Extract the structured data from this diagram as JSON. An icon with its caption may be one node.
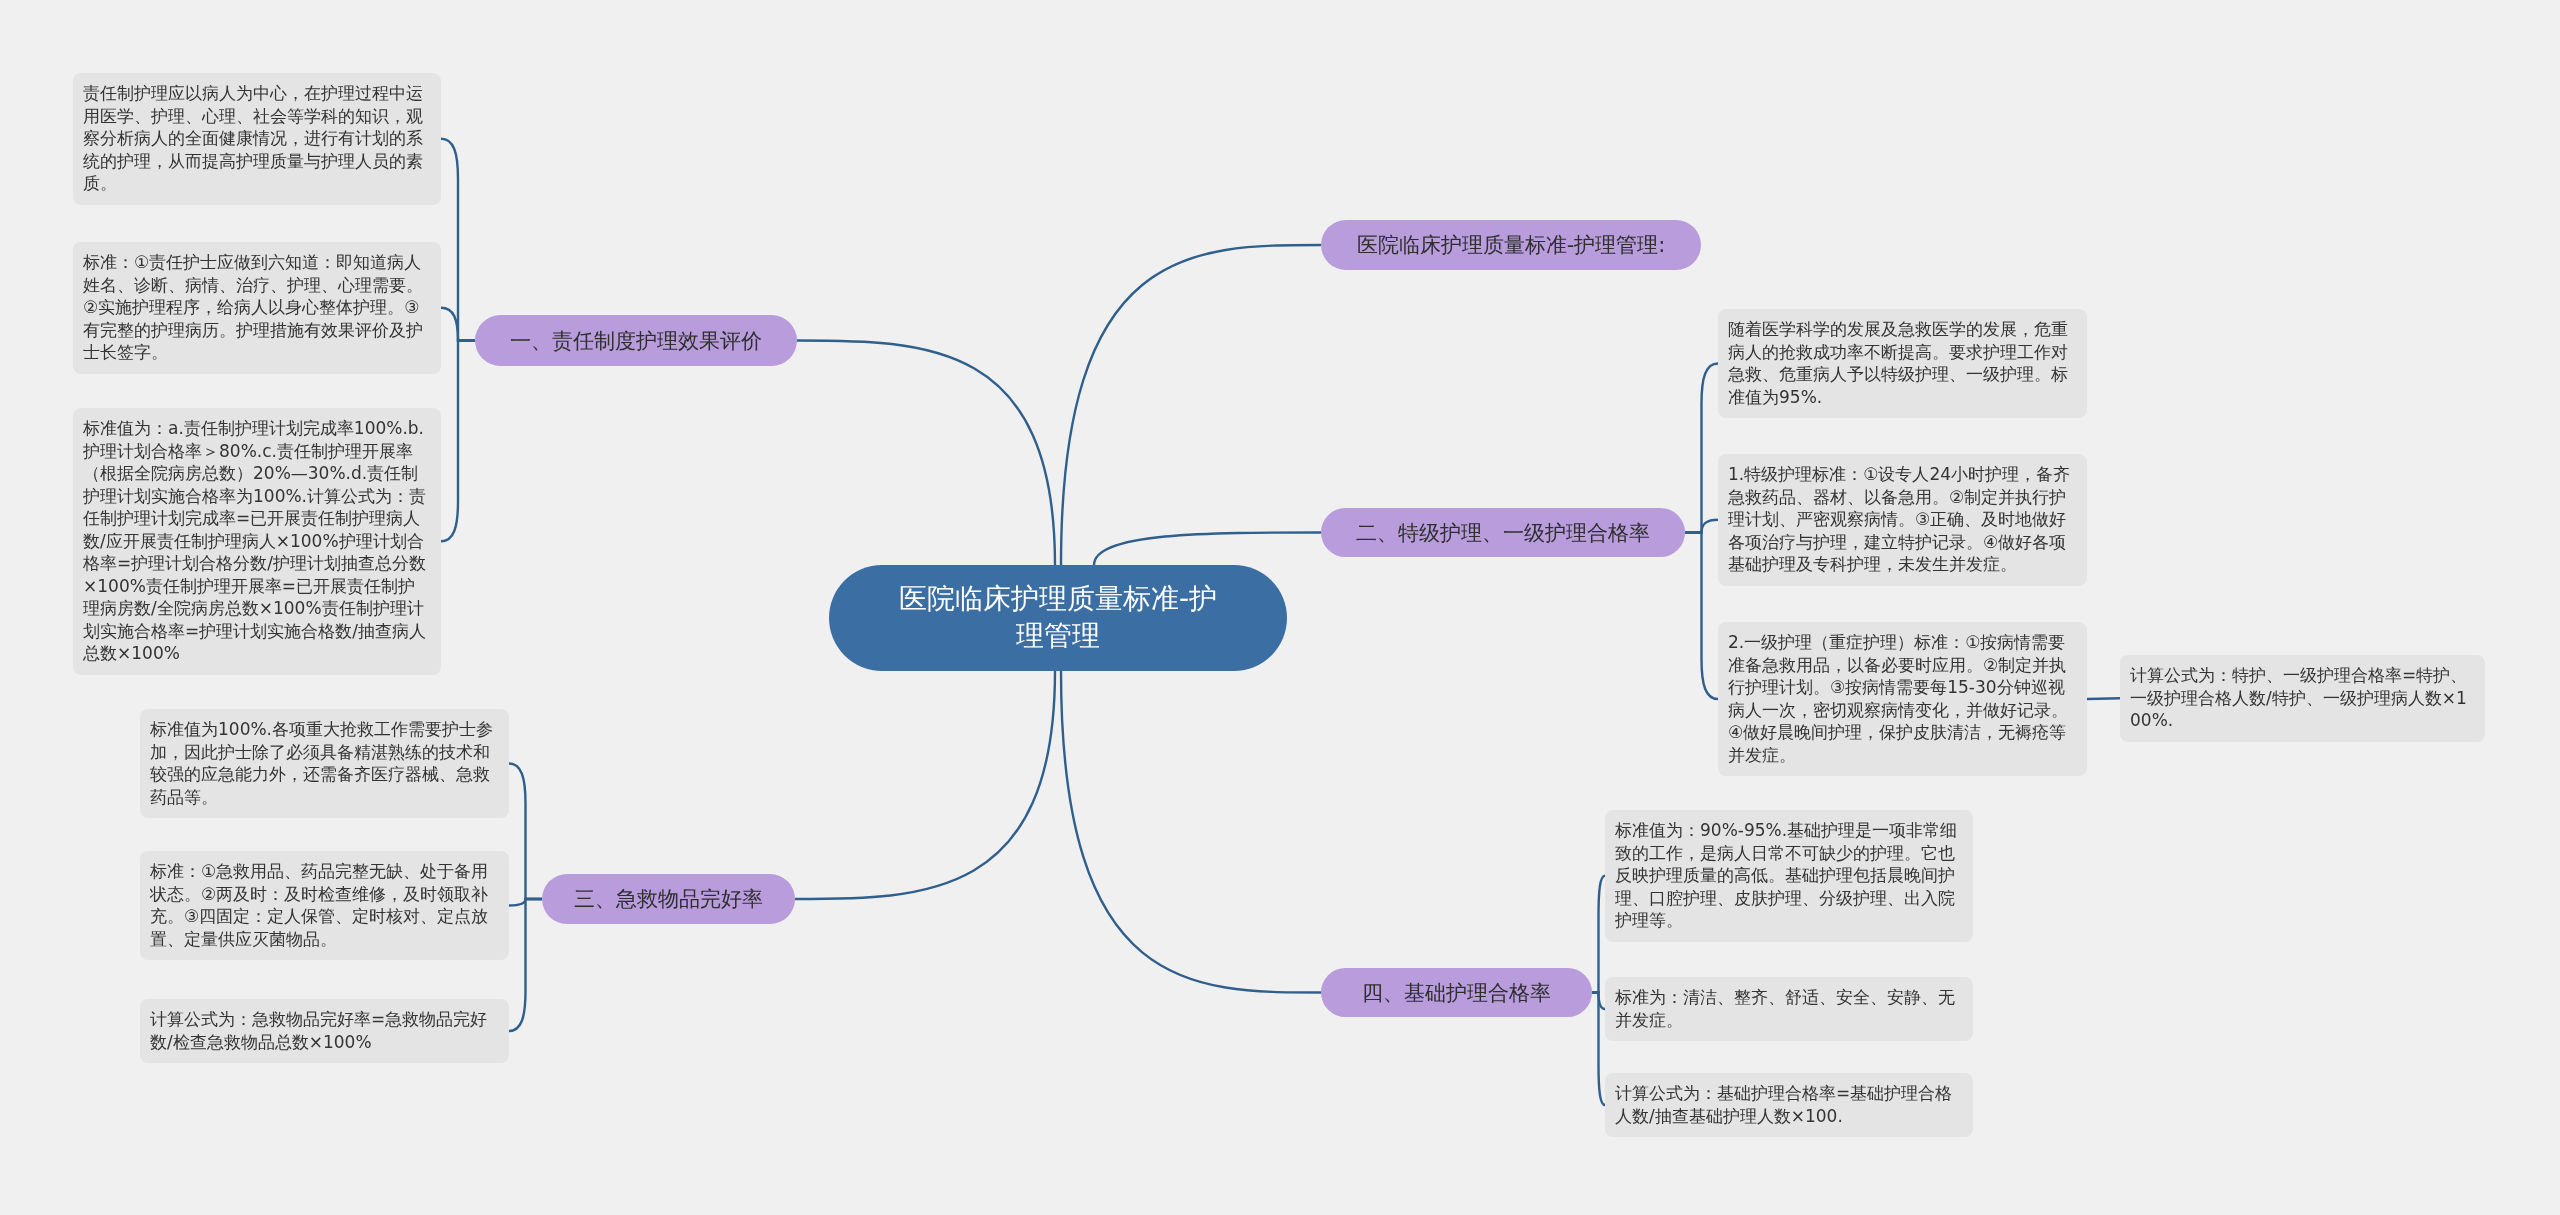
{
  "diagram": {
    "nodes": [
      {
        "text": [
          "医院临床护理质量标准-护理管理"
        ]
      },
      {
        "text": [
          "一、责任制度护理效果评价"
        ]
      },
      {
        "text": [
          "责任制护理应以病人为中心，在护理过程中运用医学、护理、心理、社会等学科的知识，观察分析病人的全面健康情况，进行有计划的系统的护理，从而提高护理质量与护理人员的素质。"
        ]
      },
      {
        "text": [
          "标准：①责任护士应做到六知道：即知道病人姓名、诊断、病情、治疗、护理、心理需要。②实施护理程序，给病人以身心整体护理。③有完整的护理病历。护理措施有效果评价及护士长签字。"
        ]
      },
      {
        "text": [
          "标准值为：a.责任制护理计划完成率100%.b.护理计划合格率＞80%.c.责任制护理开展率（根据全院病房总数）20%—30%.d.责任制护理计划实施合格率为100%.计算公式为：责任制护理计划完成率=已开展责任制护理病人数/应开展责任制护理病人×100%护理计划合格率=护理计划合格分数/护理计划抽查总分数×100%责任制护理开展率=已开展责任制护理病房数/全院病房总数×100%责任制护理计划实施合格率=护理计划实施合格数/抽查病人总数×100%"
        ]
      },
      {
        "text": [
          "三、急救物品完好率"
        ]
      },
      {
        "text": [
          "标准值为100%.各项重大抢救工作需要护士参加，因此护士除了必须具备精湛熟练的技术和较强的应急能力外，还需备齐医疗器械、急救药品等。"
        ]
      },
      {
        "text": [
          "标准：①急救用品、药品完整无缺、处于备用状态。②两及时：及时检查维修，及时领取补充。③四固定：定人保管、定时核对、定点放置、定量供应灭菌物品。"
        ]
      },
      {
        "text": [
          "计算公式为：急救物品完好率=急救物品完好数/检查急救物品总数×100%"
        ]
      },
      {
        "text": [
          "医院临床护理质量标准-护理管理:"
        ]
      },
      {
        "text": [
          "二、特级护理、一级护理合格率"
        ]
      },
      {
        "text": [
          "随着医学科学的发展及急救医学的发展，危重病人的抢救成功率不断提高。要求护理工作对急救、危重病人予以特级护理、一级护理。标准值为95%."
        ]
      },
      {
        "text": [
          "1.特级护理标准：①设专人24小时护理，备齐急救药品、器材、以备急用。②制定并执行护理计划、严密观察病情。③正确、及时地做好各项治疗与护理，建立特护记录。④做好各项基础护理及专科护理，未发生并发症。"
        ]
      },
      {
        "text": [
          "2.一级护理（重症护理）标准：①按病情需要准备急救用品，以备必要时应用。②制定并执行护理计划。③按病情需要每15-30分钟巡视病人一次，密切观察病情变化，并做好记录。④做好晨晚间护理，保护皮肤清洁，无褥疮等并发症。"
        ]
      },
      {
        "text": [
          "计算公式为：特护、一级护理合格率=特护、一级护理合格人数/特护、一级护理病人数×100%."
        ]
      },
      {
        "text": [
          "四、基础护理合格率"
        ]
      },
      {
        "text": [
          "标准值为：90%-95%.基础护理是一项非常细致的工作，是病人日常不可缺少的护理。它也反映护理质量的高低。基础护理包括晨晚间护理、口腔护理、皮肤护理、分级护理、出入院护理等。"
        ]
      },
      {
        "text": [
          "标准为：清洁、整齐、舒适、安全、安静、无并发症。"
        ]
      },
      {
        "text": [
          "计算公式为：基础护理合格率=基础护理合格人数/抽查基础护理人数×100."
        ]
      }
    ],
    "edges": [
      {
        "from": 0,
        "to": 1,
        "arrow": "none"
      },
      {
        "from": 1,
        "to": 2,
        "arrow": "none"
      },
      {
        "from": 1,
        "to": 3,
        "arrow": "none"
      },
      {
        "from": 1,
        "to": 4,
        "arrow": "none"
      },
      {
        "from": 0,
        "to": 5,
        "arrow": "none"
      },
      {
        "from": 5,
        "to": 6,
        "arrow": "none"
      },
      {
        "from": 5,
        "to": 7,
        "arrow": "none"
      },
      {
        "from": 5,
        "to": 8,
        "arrow": "none"
      },
      {
        "from": 0,
        "to": 9,
        "arrow": "none"
      },
      {
        "from": 0,
        "to": 10,
        "arrow": "none"
      },
      {
        "from": 10,
        "to": 11,
        "arrow": "none"
      },
      {
        "from": 10,
        "to": 12,
        "arrow": "none"
      },
      {
        "from": 10,
        "to": 13,
        "arrow": "none"
      },
      {
        "from": 13,
        "to": 14,
        "arrow": "none"
      },
      {
        "from": 0,
        "to": 15,
        "arrow": "none"
      },
      {
        "from": 15,
        "to": 16,
        "arrow": "none"
      },
      {
        "from": 15,
        "to": 17,
        "arrow": "none"
      },
      {
        "from": 15,
        "to": 18,
        "arrow": "none"
      }
    ]
  }
}
